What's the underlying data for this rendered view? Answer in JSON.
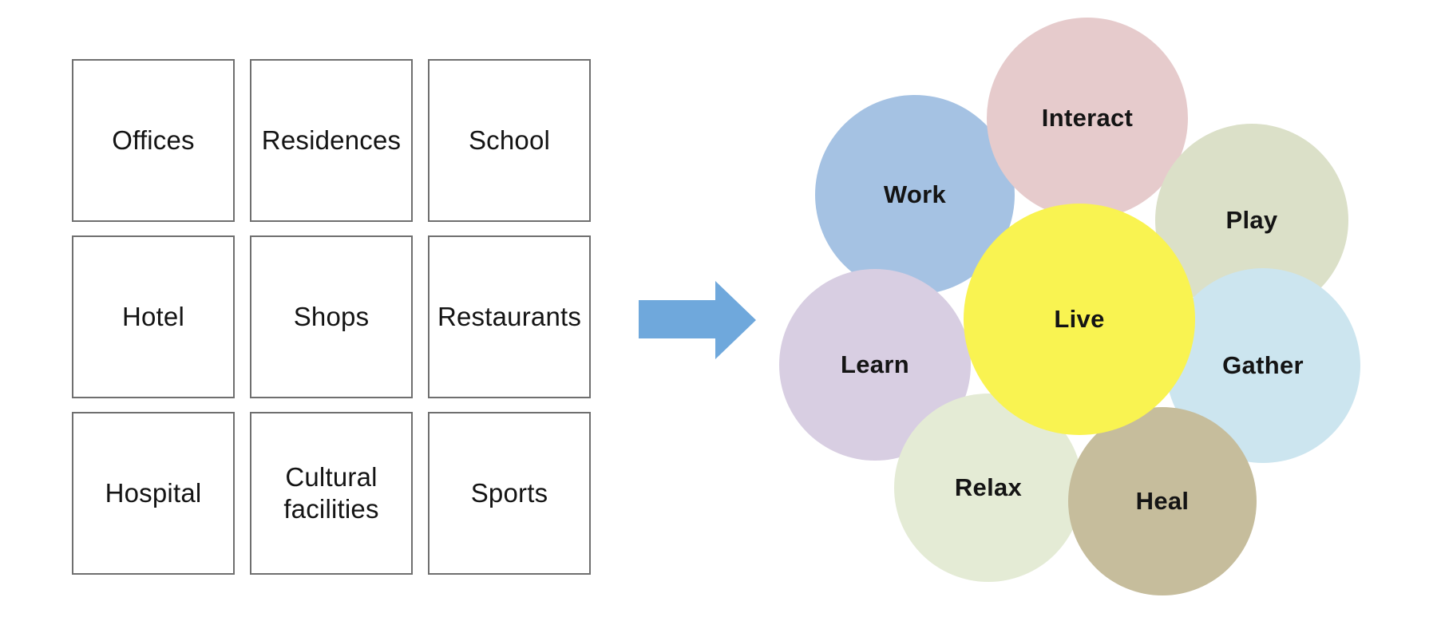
{
  "canvas": {
    "background": "#ffffff"
  },
  "grid": {
    "border_color": "#6f6f6f",
    "text_color": "#141414",
    "cells": [
      {
        "label": "Offices"
      },
      {
        "label": "Residences"
      },
      {
        "label": "School"
      },
      {
        "label": "Hotel"
      },
      {
        "label": "Shops"
      },
      {
        "label": "Restaurants"
      },
      {
        "label": "Hospital"
      },
      {
        "label": "Cultural facilities"
      },
      {
        "label": "Sports"
      }
    ]
  },
  "arrow": {
    "color": "#6fa8dc",
    "direction": "right"
  },
  "flower": {
    "text_color": "#141414",
    "center": {
      "label": "Live",
      "color": "#f9f351"
    },
    "petals": [
      {
        "label": "Work",
        "color": "#a5c2e3"
      },
      {
        "label": "Interact",
        "color": "#e6cbcc"
      },
      {
        "label": "Play",
        "color": "#dbe0c8"
      },
      {
        "label": "Gather",
        "color": "#cce5ef"
      },
      {
        "label": "Learn",
        "color": "#d8cee2"
      },
      {
        "label": "Relax",
        "color": "#e4ebd5"
      },
      {
        "label": "Heal",
        "color": "#c6bd9c"
      }
    ]
  }
}
